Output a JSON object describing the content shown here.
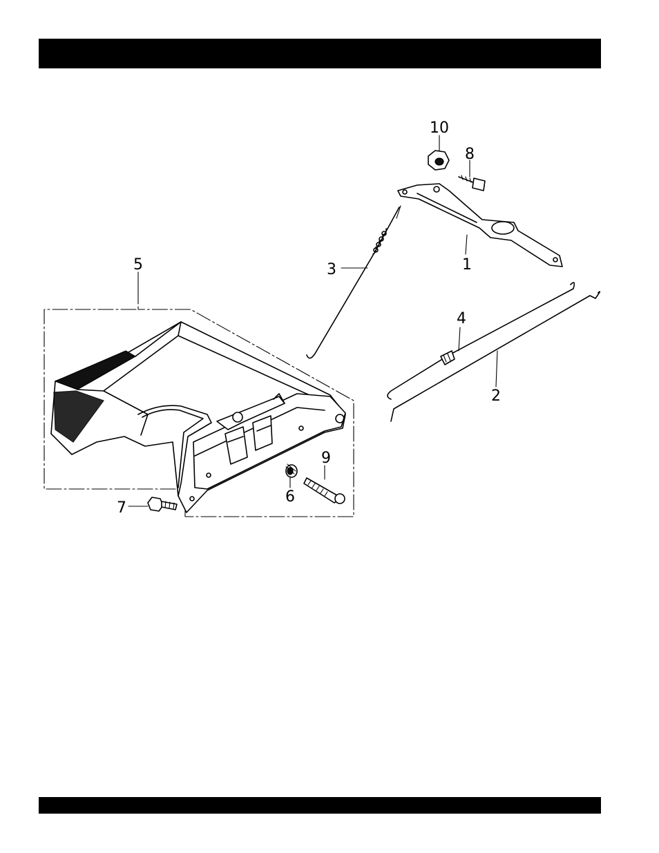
{
  "header": {
    "title": ""
  },
  "footer": {
    "text": ""
  },
  "diagram": {
    "callouts": [
      {
        "id": "c1",
        "label": "1"
      },
      {
        "id": "c2",
        "label": "2"
      },
      {
        "id": "c3",
        "label": "3"
      },
      {
        "id": "c4",
        "label": "4"
      },
      {
        "id": "c5",
        "label": "5"
      },
      {
        "id": "c6",
        "label": "6"
      },
      {
        "id": "c7",
        "label": "7"
      },
      {
        "id": "c8",
        "label": "8"
      },
      {
        "id": "c9",
        "label": "9"
      },
      {
        "id": "c10",
        "label": "10"
      }
    ]
  }
}
